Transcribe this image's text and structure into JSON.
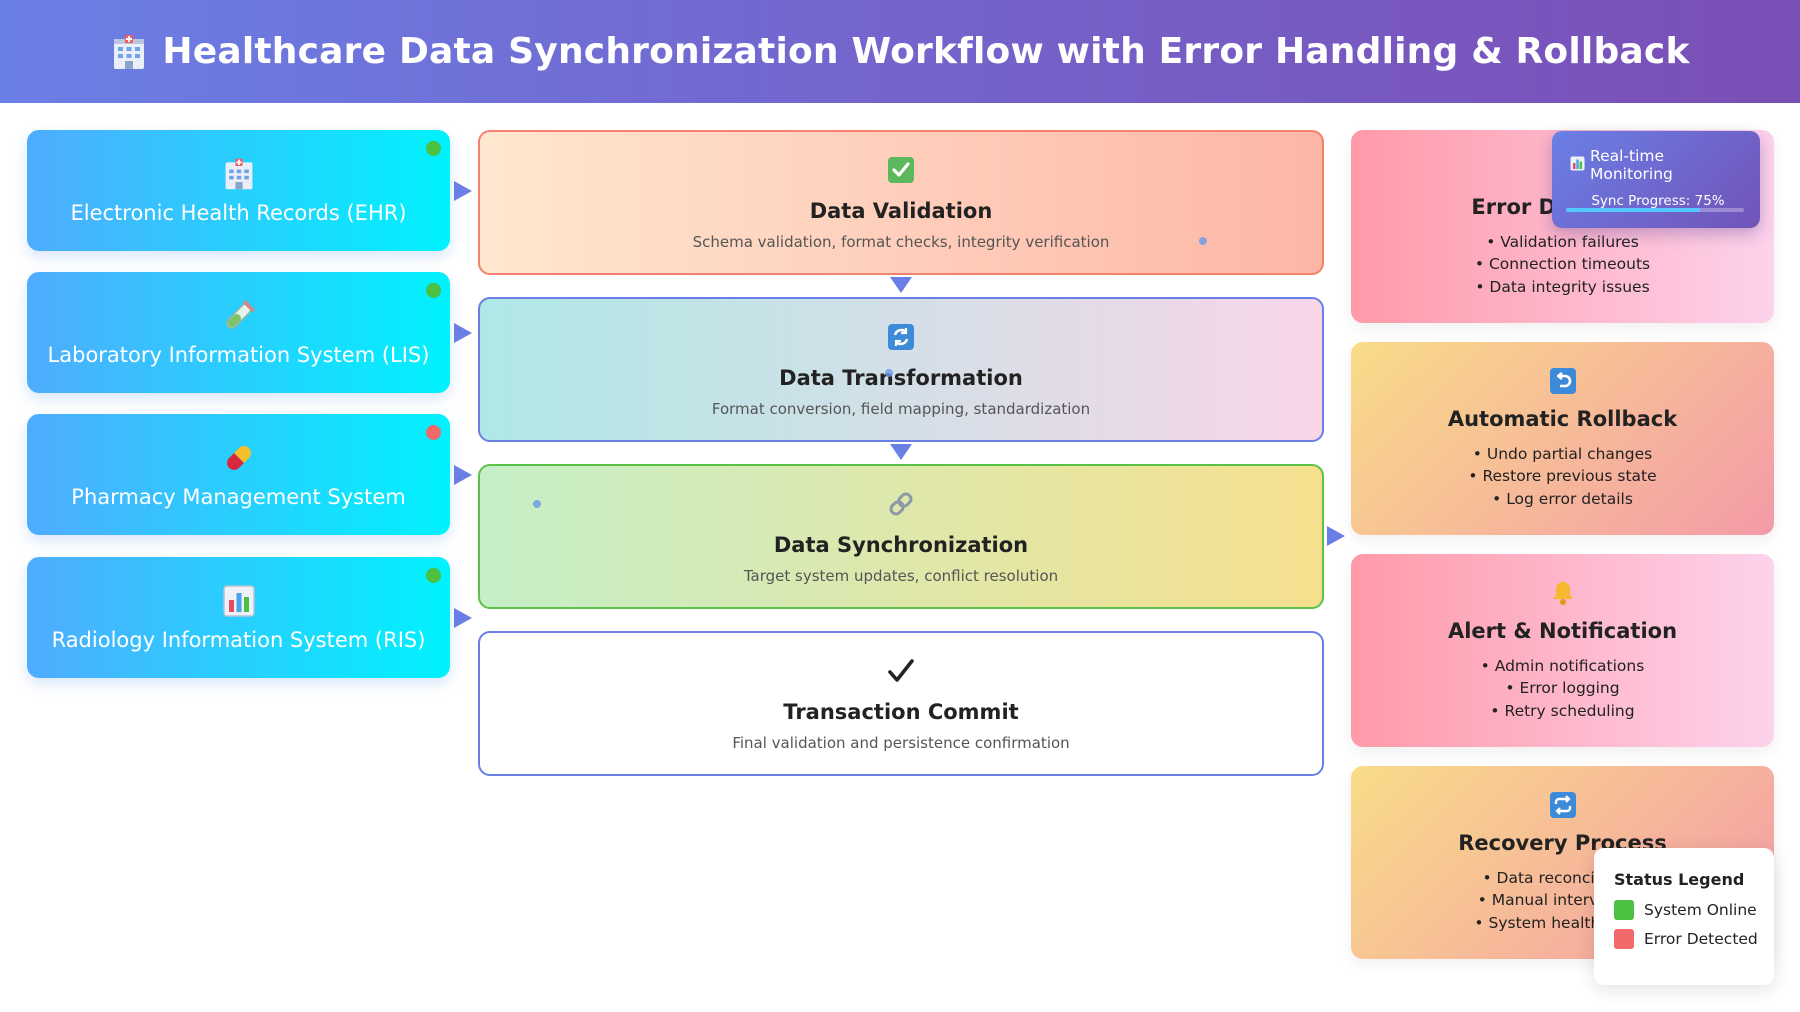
{
  "header": {
    "title": "Healthcare Data Synchronization Workflow with Error Handling & Rollback",
    "icon": "hospital-icon"
  },
  "colors": {
    "online": "#4cc040",
    "error": "#f16a6a",
    "accent": "#6a7fe6"
  },
  "sources": [
    {
      "label": "Electronic Health Records (EHR)",
      "icon": "hospital-icon",
      "status": "online"
    },
    {
      "label": "Laboratory Information System (LIS)",
      "icon": "test-tube-icon",
      "status": "online"
    },
    {
      "label": "Pharmacy Management System",
      "icon": "pill-icon",
      "status": "error"
    },
    {
      "label": "Radiology Information System (RIS)",
      "icon": "bar-chart-icon",
      "status": "online"
    }
  ],
  "steps": [
    {
      "title": "Data Validation",
      "description": "Schema validation, format checks, integrity verification",
      "icon": "check-box-icon"
    },
    {
      "title": "Data Transformation",
      "description": "Format conversion, field mapping, standardization",
      "icon": "refresh-icon"
    },
    {
      "title": "Data Synchronization",
      "description": "Target system updates, conflict resolution",
      "icon": "link-icon"
    },
    {
      "title": "Transaction Commit",
      "description": "Final validation and persistence confirmation",
      "icon": "checkmark-icon"
    }
  ],
  "error_handling": [
    {
      "title": "Error Detection",
      "icon": "warning-icon",
      "items": [
        "Validation failures",
        "Connection timeouts",
        "Data integrity issues"
      ]
    },
    {
      "title": "Automatic Rollback",
      "icon": "undo-icon",
      "items": [
        "Undo partial changes",
        "Restore previous state",
        "Log error details"
      ]
    },
    {
      "title": "Alert & Notification",
      "icon": "bell-icon",
      "items": [
        "Admin notifications",
        "Error logging",
        "Retry scheduling"
      ]
    },
    {
      "title": "Recovery Process",
      "icon": "repeat-icon",
      "items": [
        "Data reconciliation",
        "Manual intervention",
        "System health check"
      ]
    }
  ],
  "monitor": {
    "title": "Real-time Monitoring",
    "progress_text": "Sync Progress: 75%",
    "progress": 0.75,
    "icon": "bar-chart-icon"
  },
  "legend": {
    "title": "Status Legend",
    "online_label": "System Online",
    "error_label": "Error Detected"
  }
}
